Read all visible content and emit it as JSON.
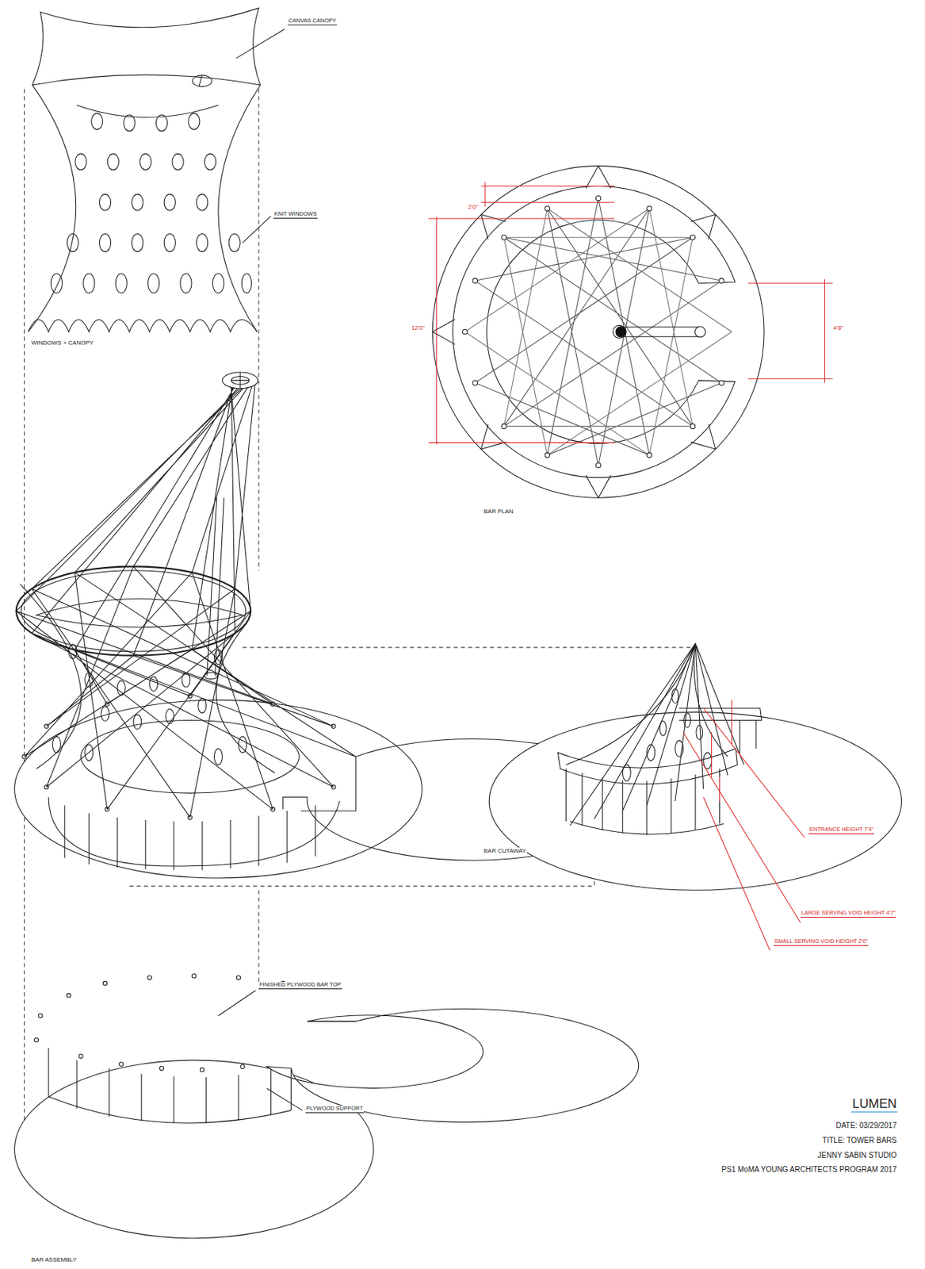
{
  "diagram": {
    "title": "LUMEN",
    "labels": [
      "CANVAS CANOPY",
      "KNIT WINDOWS",
      "WINDOWS + CANOPY",
      "2'0\"",
      "12'0\"",
      "4'8\"",
      "BAR PLAN",
      "ENTRANCE HEIGHT 7'4\"",
      "LARGE SERVING VOID HEIGHT 4'7\"",
      "SMALL SERVING VOID HEIGHT 2'0\"",
      "BAR CUTAWAY",
      "FINISHED PLYWOOD BAR TOP",
      "PLYWOOD SUPPORT",
      "BAR ASSEMBLY",
      "DATE: 03/29/2017",
      "TITLE: TOWER BARS",
      "JENNY SABIN STUDIO",
      "PS1 MoMA YOUNG ARCHITECTS PROGRAM 2017"
    ]
  }
}
